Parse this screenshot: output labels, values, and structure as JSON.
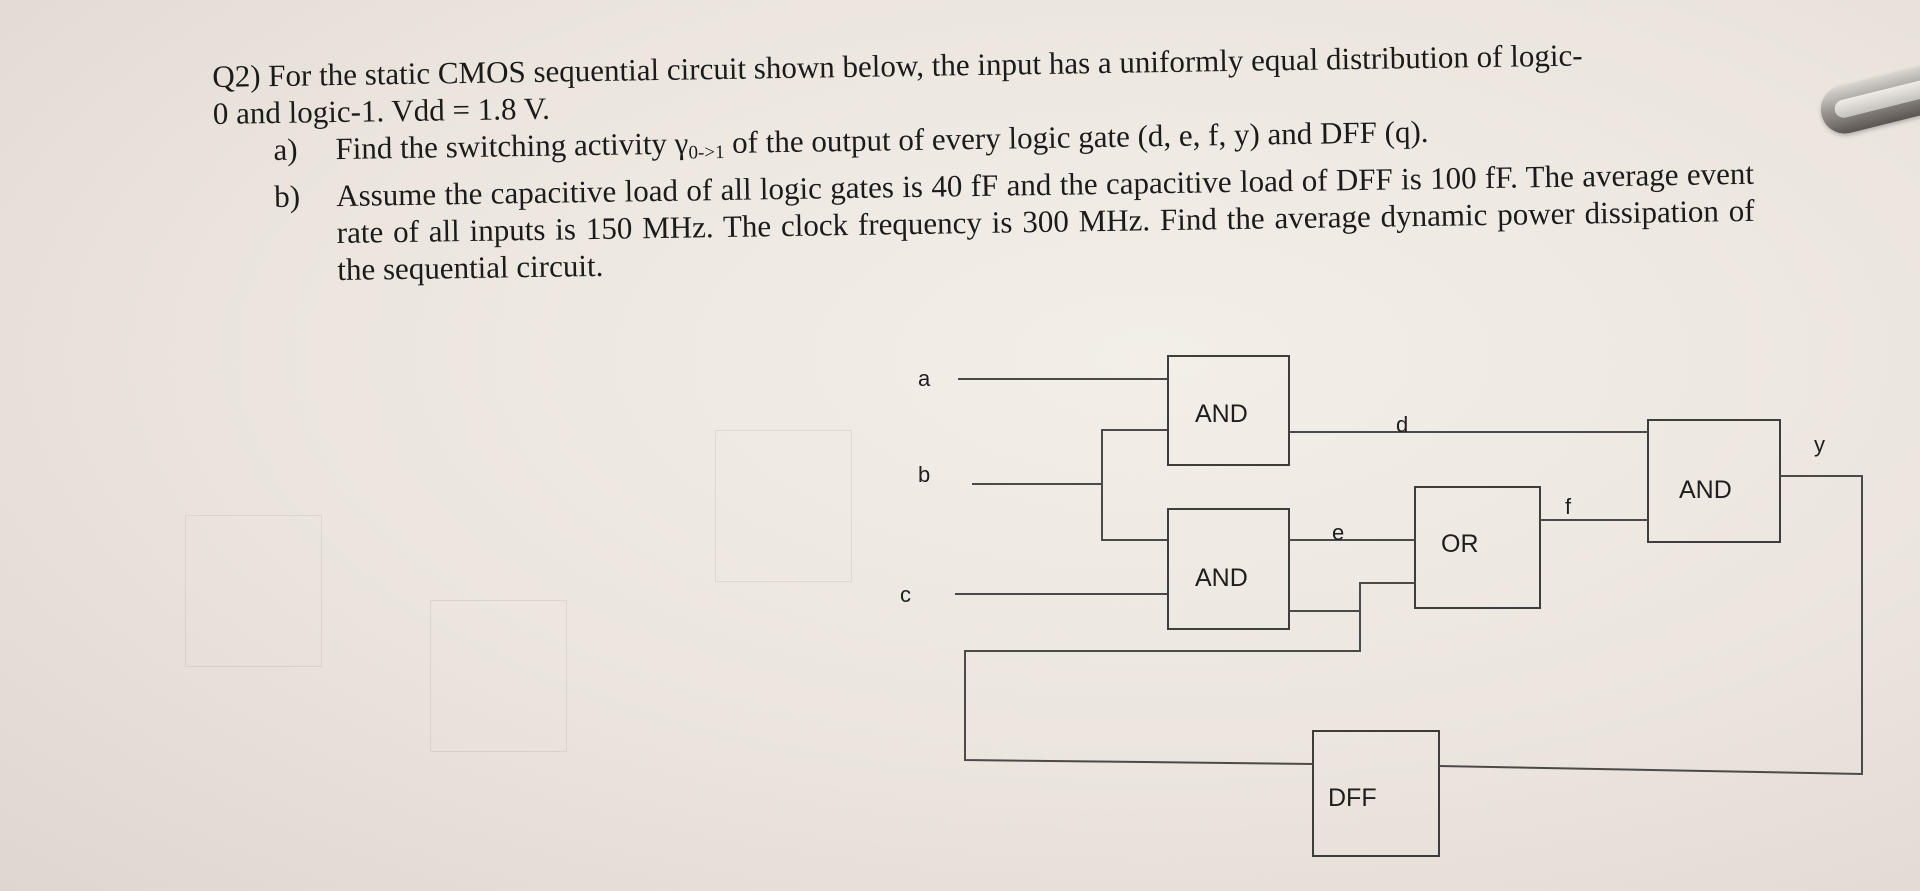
{
  "question": {
    "header_line1": "Q2) For the static CMOS sequential circuit shown below, the input has a uniformly equal distribution of logic-",
    "header_line2": "0 and logic-1.  Vdd = 1.8 V.",
    "parts": [
      {
        "label": "a)",
        "text_before": "Find the switching activity γ",
        "subscript": "0->1",
        "text_after": " of the output of every logic gate (d, e, f, y) and DFF (q)."
      },
      {
        "label": "b)",
        "text": "Assume the capacitive load of all logic gates is 40 fF and the capacitive load of DFF is 100 fF.  The average event rate of all inputs is 150 MHz.  The clock frequency is 300 MHz.  Find the average dynamic power dissipation of the sequential circuit."
      }
    ]
  },
  "circuit": {
    "inputs": {
      "a": "a",
      "b": "b",
      "c": "c"
    },
    "signals": {
      "d": "d",
      "e": "e",
      "f": "f",
      "y": "y"
    },
    "gates": {
      "and_top": "AND",
      "and_bottom": "AND",
      "or_gate": "OR",
      "and_out": "AND",
      "dff": "DFF"
    }
  }
}
